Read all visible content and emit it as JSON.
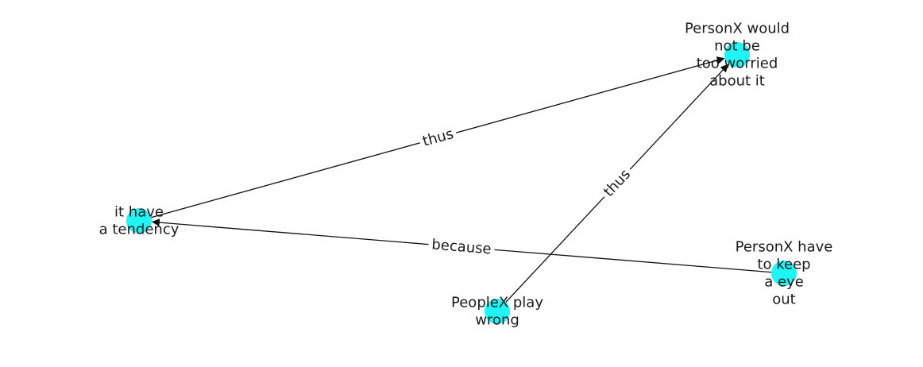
{
  "diagram": {
    "node_color": "#1ff5f5",
    "edge_color": "#111111",
    "label_color": "#1a1a1a",
    "nodes": [
      {
        "id": "n_worried",
        "lines": [
          "PersonX would",
          "not be",
          "too worried",
          "about it"
        ]
      },
      {
        "id": "n_tendency",
        "lines": [
          "it have",
          "a tendency"
        ]
      },
      {
        "id": "n_keep_eye",
        "lines": [
          "PersonX have",
          "to keep",
          "a eye",
          "out"
        ]
      },
      {
        "id": "n_play_wrong",
        "lines": [
          "PeopleX play",
          "wrong"
        ]
      }
    ],
    "edges": [
      {
        "id": "e_tendency_worried",
        "source": "n_tendency",
        "target": "n_worried",
        "label": "thus"
      },
      {
        "id": "e_playwrong_worried",
        "source": "n_play_wrong",
        "target": "n_worried",
        "label": "thus"
      },
      {
        "id": "e_keepeye_tendency",
        "source": "n_keep_eye",
        "target": "n_tendency",
        "label": "because"
      }
    ]
  }
}
